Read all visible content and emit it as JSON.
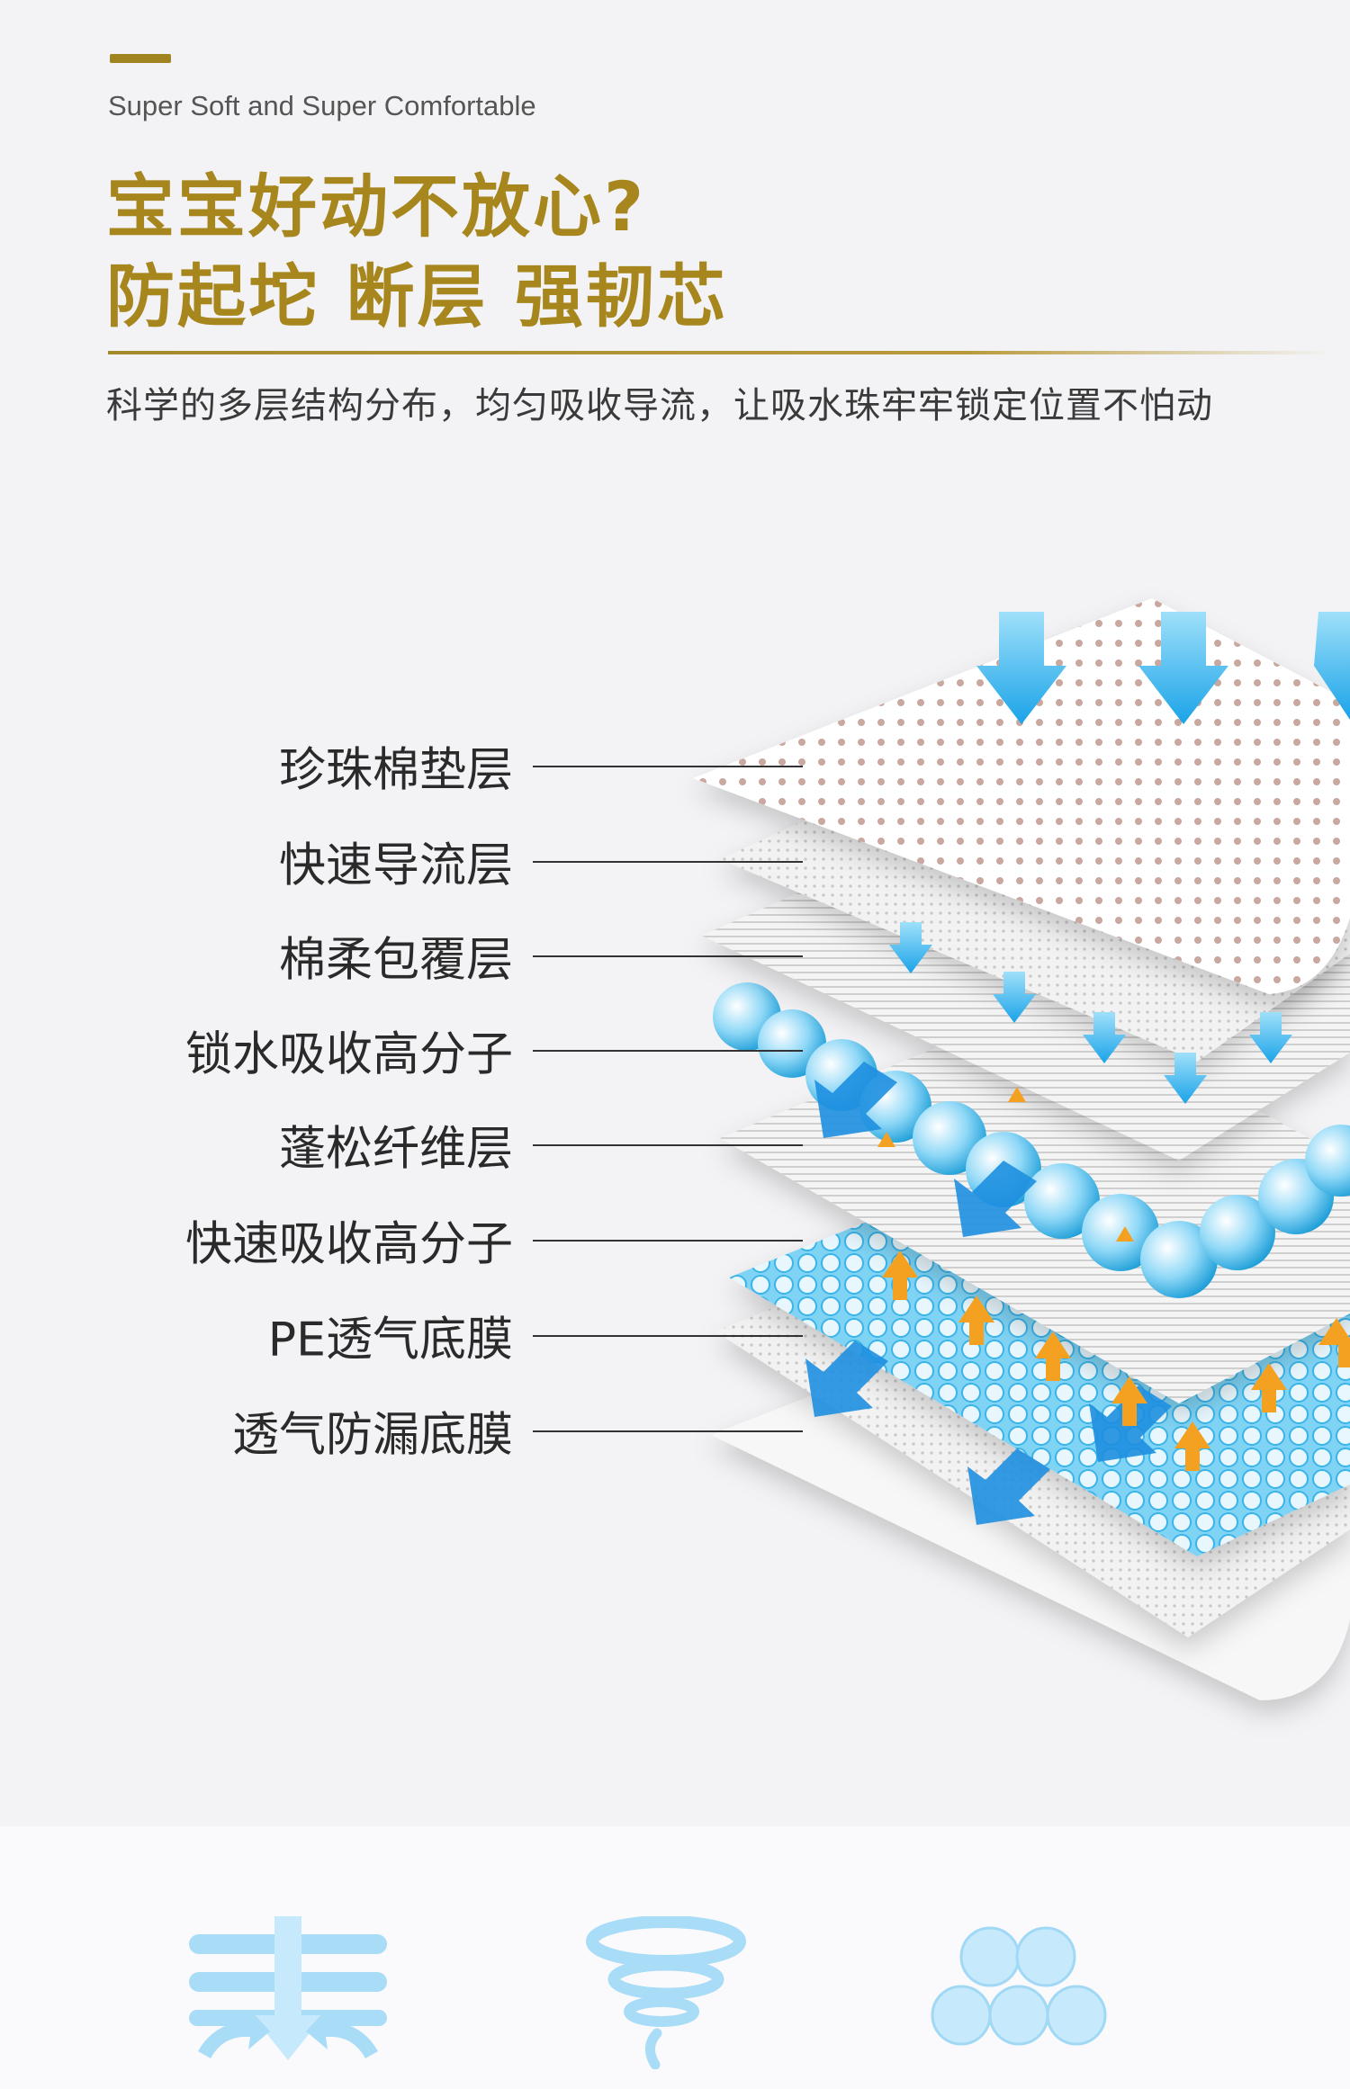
{
  "header": {
    "subtitle_en": "Super Soft and Super Comfortable",
    "headline_line1": "宝宝好动不放心?",
    "headline_line2": "防起坨 断层 强韧芯",
    "description": "科学的多层结构分布，均匀吸收导流，让吸水珠牢牢锁定位置不怕动"
  },
  "layers": [
    {
      "label": "珍珠棉垫层"
    },
    {
      "label": "快速导流层"
    },
    {
      "label": "棉柔包覆层"
    },
    {
      "label": "锁水吸收高分子"
    },
    {
      "label": "蓬松纤维层"
    },
    {
      "label": "快速吸收高分子"
    },
    {
      "label": "PE透气底膜"
    },
    {
      "label": "透气防漏底膜"
    }
  ],
  "features": [
    {
      "icon": "airflow-arrows-icon"
    },
    {
      "icon": "tornado-swirl-icon"
    },
    {
      "icon": "bead-cluster-icon"
    }
  ],
  "colors": {
    "gold": "#a6861d",
    "arrow_blue": "#29b6ea",
    "arrow_orange": "#f4a020",
    "bead_blue": "#4fc3f0"
  }
}
